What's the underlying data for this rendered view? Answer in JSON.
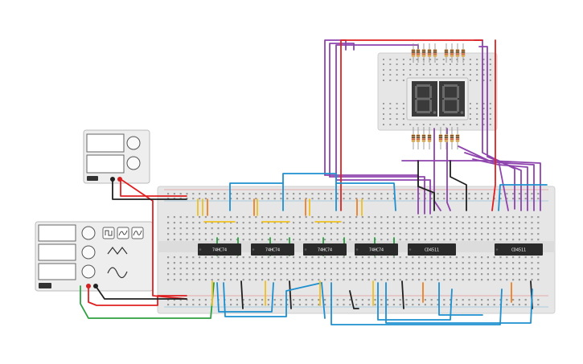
{
  "chips": [
    {
      "label": "74HC74"
    },
    {
      "label": "74HC74"
    },
    {
      "label": "74HC74"
    },
    {
      "label": "74HC74"
    },
    {
      "label": "CD4511"
    },
    {
      "label": "CD4511"
    }
  ],
  "display": {
    "digits": [
      "8.",
      "8."
    ]
  },
  "colors": {
    "wire_purple": "#8e44ad",
    "wire_blue": "#1e90d0",
    "wire_red": "#e02020",
    "wire_black": "#202020",
    "wire_yellow": "#f0c020",
    "wire_orange": "#f08020",
    "wire_green": "#2ca040",
    "breadboard": "#e6e6e6",
    "chip": "#2a2a2a",
    "segment_off": "#555555"
  }
}
